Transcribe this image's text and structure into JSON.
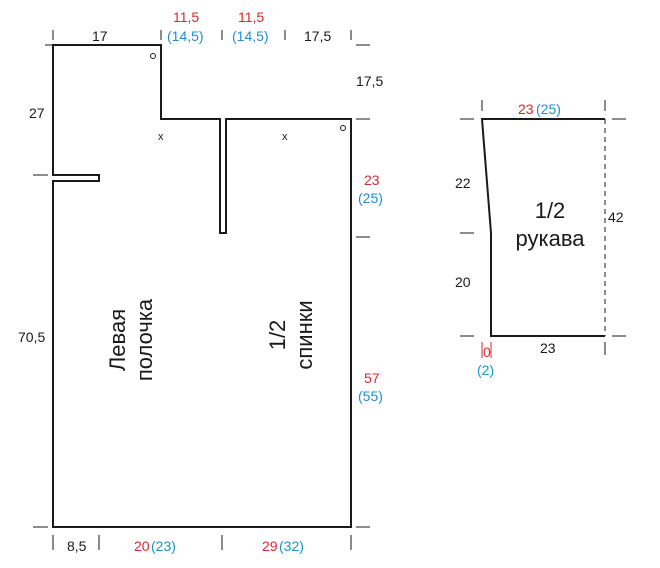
{
  "colors": {
    "primary": "#d7282f",
    "alt": "#1f8fce",
    "line": "#1a1a1a"
  },
  "body": {
    "top": {
      "w1": "17",
      "w2": "11,5",
      "w2_alt": "(14,5)",
      "w3": "11,5",
      "w3_alt": "(14,5)",
      "w4": "17,5"
    },
    "right": {
      "shoulder_drop": "17,5",
      "armhole": "23",
      "armhole_alt": "(25)",
      "side": "57",
      "side_alt": "(55)"
    },
    "left": {
      "neck_depth": "27",
      "length": "70,5"
    },
    "bottom": {
      "b1": "8,5",
      "b2": "20",
      "b2_alt": "(23)",
      "b3": "29",
      "b3_alt": "(32)"
    },
    "front_label_line1": "Левая",
    "front_label_line2": "полочка",
    "back_label_line1": "1/2",
    "back_label_line2": "спинки",
    "mark_1": "x",
    "mark_2": "x"
  },
  "sleeve": {
    "top": "23",
    "top_alt": "(25)",
    "left_upper": "22",
    "left_lower": "20",
    "right": "42",
    "bottom": "23",
    "bottom_offset": "0",
    "bottom_offset_alt": "(2)",
    "label_line1": "1/2",
    "label_line2": "рукава"
  }
}
